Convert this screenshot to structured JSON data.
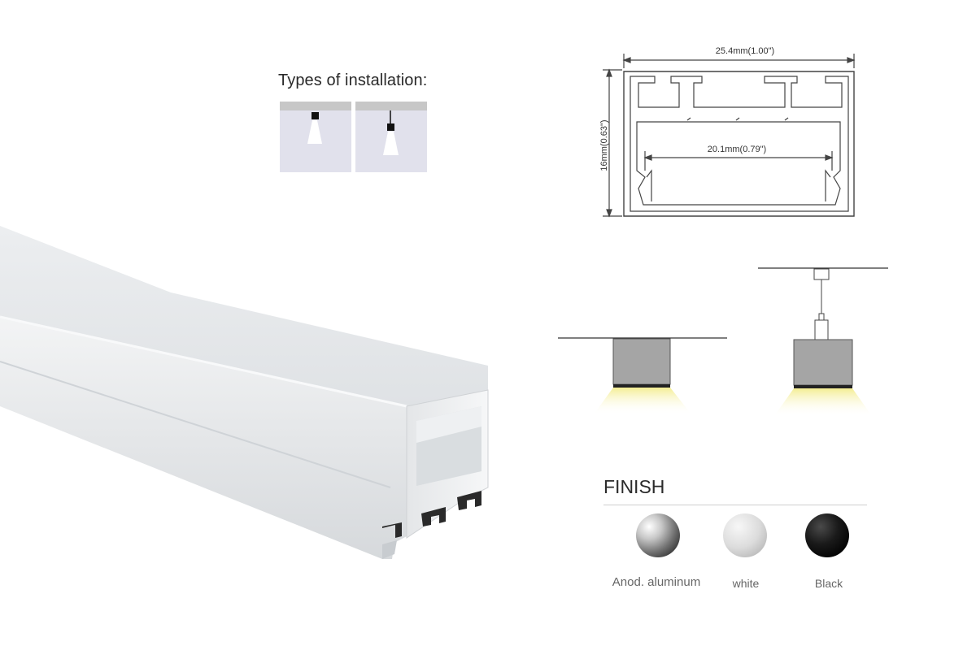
{
  "installation": {
    "title": "Types of installation:",
    "types": [
      "surface-mount",
      "pendant"
    ]
  },
  "dimensions": {
    "width_label": "25.4mm(1.00\")",
    "height_label": "16mm(0.63\")",
    "inner_width_label": "20.1mm(0.79\")"
  },
  "mounting_examples": [
    "surface-mounted",
    "suspended"
  ],
  "finish": {
    "title": "FINISH",
    "options": [
      {
        "label": "Anod. aluminum",
        "color": "#b9b9b9"
      },
      {
        "label": "white",
        "color": "#dcdcdc"
      },
      {
        "label": "Black",
        "color": "#1a1a1a"
      }
    ]
  },
  "colors": {
    "light_glow": "#f3ec8c",
    "housing": "#a5a5a5",
    "profile_body": "#e8ebee"
  }
}
